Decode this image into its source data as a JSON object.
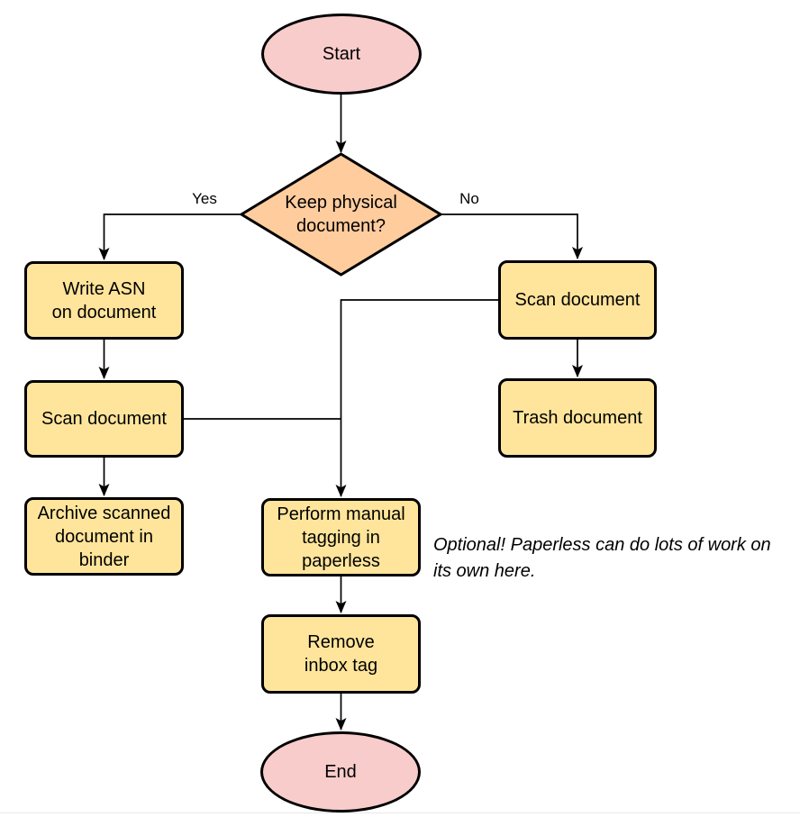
{
  "diagram": {
    "nodes": {
      "start": {
        "label": "Start",
        "shape": "terminator"
      },
      "decision": {
        "label": "Keep physical\ndocument?",
        "shape": "decision"
      },
      "write_asn": {
        "label": "Write ASN\non document",
        "shape": "process"
      },
      "scan_left": {
        "label": "Scan document",
        "shape": "process"
      },
      "archive": {
        "label": "Archive scanned\ndocument in\nbinder",
        "shape": "process"
      },
      "scan_right": {
        "label": "Scan document",
        "shape": "process"
      },
      "trash": {
        "label": "Trash document",
        "shape": "process"
      },
      "tagging": {
        "label": "Perform manual\ntagging in\npaperless",
        "shape": "process"
      },
      "remove_inbox": {
        "label": "Remove\ninbox tag",
        "shape": "process"
      },
      "end": {
        "label": "End",
        "shape": "terminator"
      }
    },
    "edge_labels": {
      "yes": "Yes",
      "no": "No"
    },
    "note": "Optional! Paperless can do lots of work on\nits own here.",
    "colors": {
      "terminator_fill": "#F9CCCC",
      "decision_fill": "#FFCC9E",
      "process_fill": "#FFE59B",
      "stroke": "#000000"
    }
  }
}
